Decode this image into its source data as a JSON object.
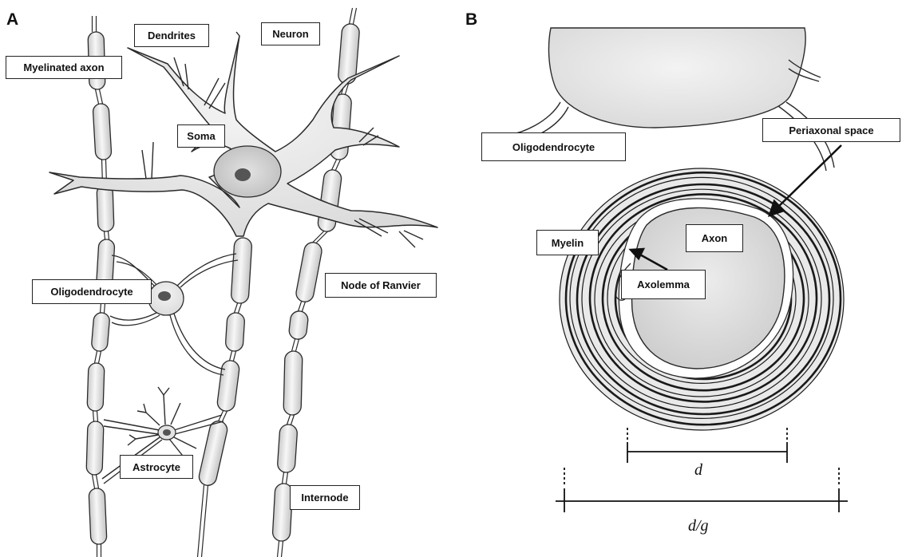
{
  "panels": {
    "a": "A",
    "b": "B"
  },
  "labels": {
    "myelinated_axon": "Myelinated axon",
    "dendrites": "Dendrites",
    "neuron": "Neuron",
    "soma": "Soma",
    "oligodendrocyte_a": "Oligodendrocyte",
    "node_of_ranvier": "Node of Ranvier",
    "astrocyte": "Astrocyte",
    "internode": "Internode",
    "oligodendrocyte_b": "Oligodendrocyte",
    "periaxonal_space": "Periaxonal space",
    "myelin": "Myelin",
    "axon": "Axon",
    "axolemma": "Axolemma"
  },
  "dimensions": {
    "d": "d",
    "d_over_g": "d/g"
  },
  "colors": {
    "outline": "#2a2a2a",
    "segment_light": "#f4f4f4",
    "segment_shade": "#c9c9c9",
    "cell_body": "#e3e3e3",
    "nucleus": "#cfcfcf",
    "nucleolus": "#555555",
    "axon_fill": "#d9d9d9"
  }
}
